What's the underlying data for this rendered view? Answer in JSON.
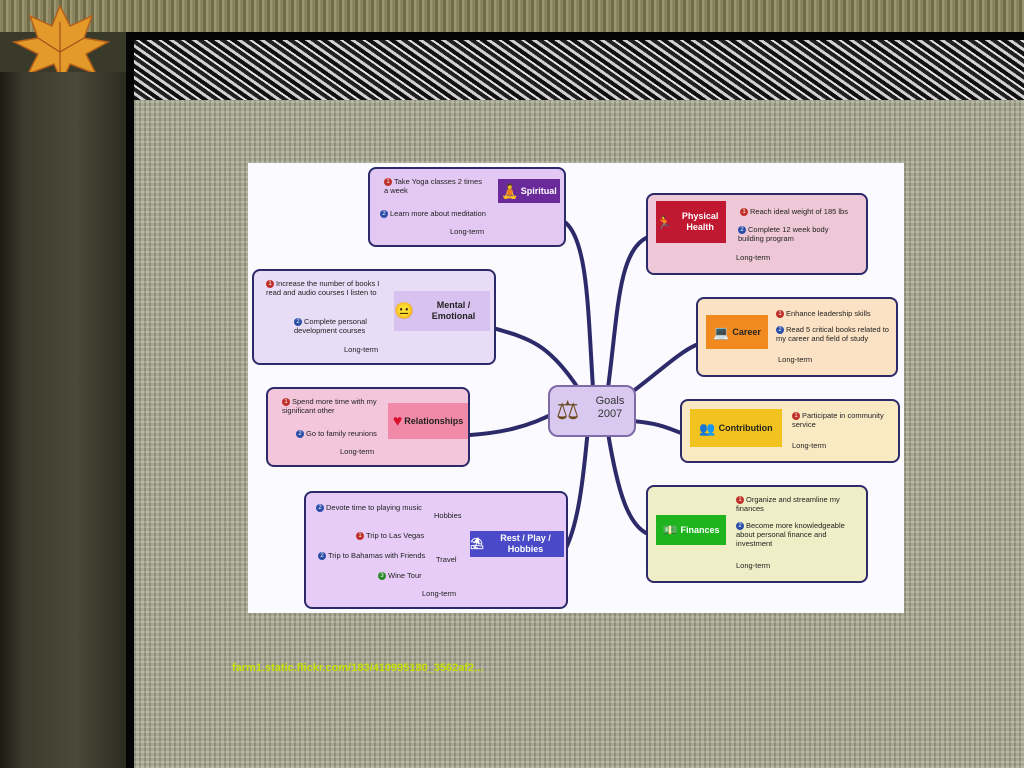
{
  "caption": "farm1.static.flickr.com/183/410995180_3562af2...",
  "mindmap": {
    "center": {
      "title": "Goals 2007"
    },
    "spiritual": {
      "tag": "Spiritual",
      "items": [
        "Take Yoga classes 2 times a week",
        "Learn more about meditation"
      ],
      "longterm": "Long-term"
    },
    "mental": {
      "tag": "Mental / Emotional",
      "items": [
        "Increase the number of books I read and audio courses I listen to",
        "Complete personal development courses"
      ],
      "longterm": "Long-term"
    },
    "relationships": {
      "tag": "Relationships",
      "items": [
        "Spend more time with my significant other",
        "Go to family reunions"
      ],
      "longterm": "Long-term"
    },
    "rest": {
      "tag": "Rest / Play / Hobbies",
      "items": [
        "Devote time to playing music",
        "Trip to Las Vegas",
        "Trip to Bahamas with Friends",
        "Wine Tour"
      ],
      "groups": [
        "Hobbies",
        "Travel"
      ],
      "longterm": "Long-term"
    },
    "physical": {
      "tag": "Physical Health",
      "items": [
        "Reach ideal weight of 185 lbs",
        "Complete 12 week body building program"
      ],
      "longterm": "Long-term"
    },
    "career": {
      "tag": "Career",
      "items": [
        "Enhance leadership skills",
        "Read 5 critical books related to my career and field of study"
      ],
      "longterm": "Long-term"
    },
    "contribution": {
      "tag": "Contribution",
      "items": [
        "Participate in community service"
      ],
      "longterm": "Long-term"
    },
    "finances": {
      "tag": "Finances",
      "items": [
        "Organize and streamline my finances",
        "Become more knowledgeable about personal finance and investment"
      ],
      "longterm": "Long-term"
    }
  },
  "colors": {
    "accent_caption": "#c8e000",
    "branch": "#2d2a6a"
  }
}
